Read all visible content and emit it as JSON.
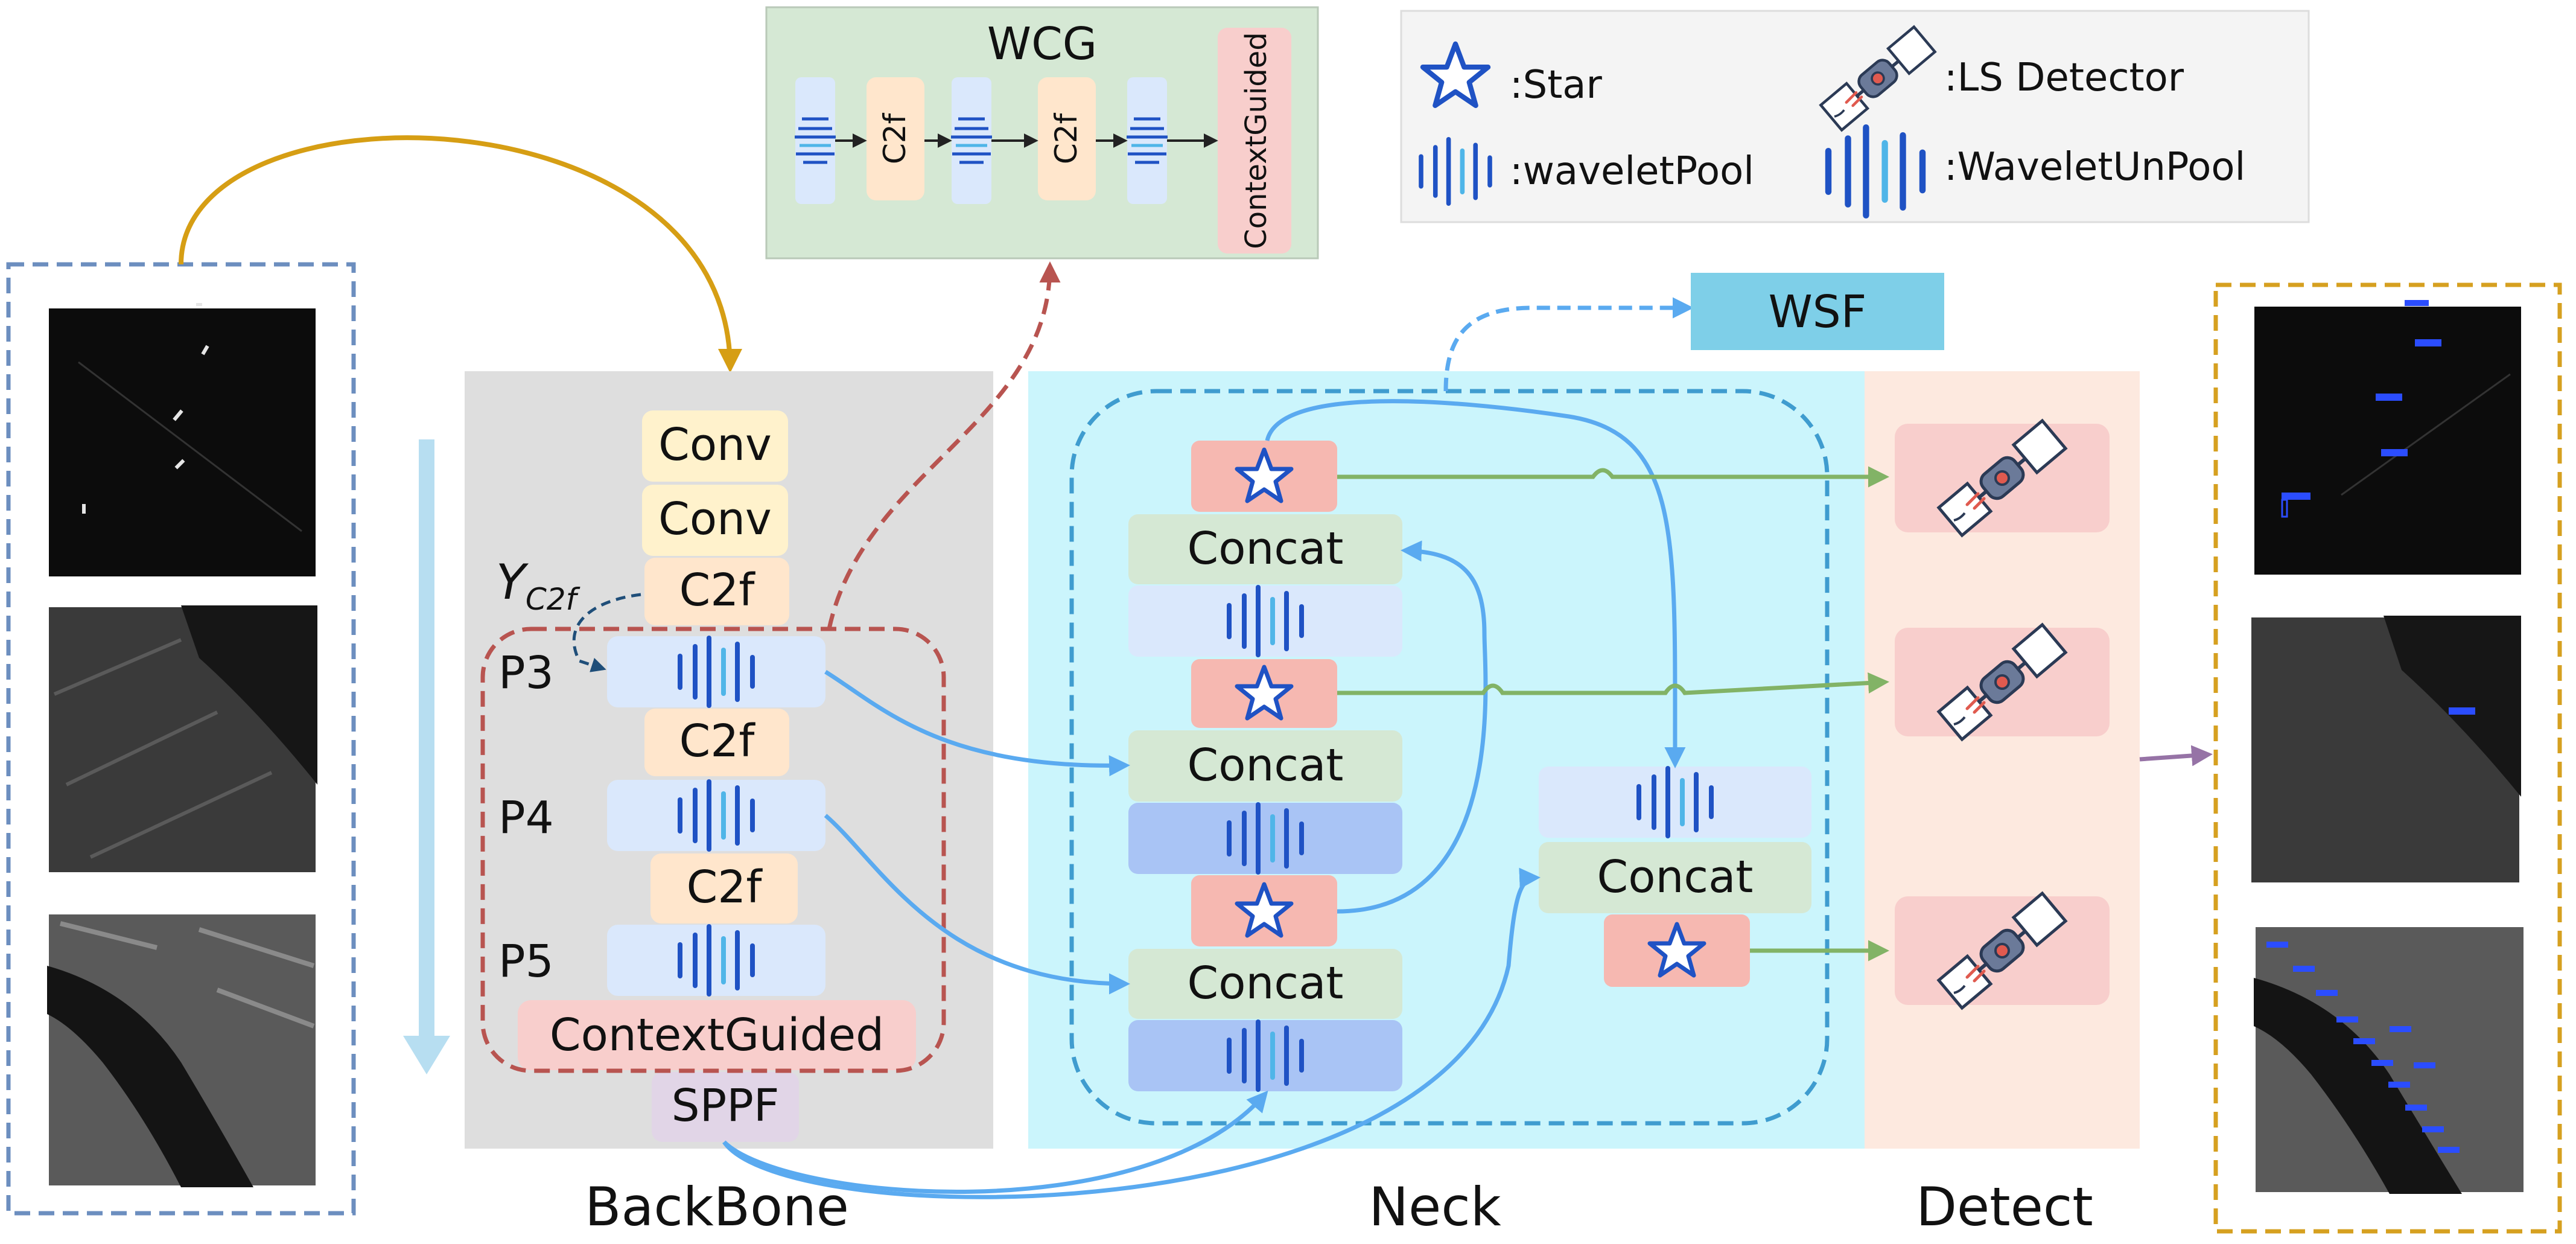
{
  "wcg": {
    "title": "WCG",
    "c2f_a": "C2f",
    "c2f_b": "C2f",
    "context_guided": "ContextGuided"
  },
  "legend": {
    "star": ":Star",
    "wavelet_pool": ":waveletPool",
    "ls_detector": ":LS Detector",
    "wavelet_unpool": ":WaveletUnPool"
  },
  "wsf": {
    "label": "WSF"
  },
  "backbone": {
    "conv1": "Conv",
    "conv2": "Conv",
    "c2f1": "C2f",
    "c2f2": "C2f",
    "c2f3": "C2f",
    "context_guided": "ContextGuided",
    "sppf": "SPPF",
    "p3": "P3",
    "p4": "P4",
    "p5": "P5",
    "y_symbol": "Y",
    "y_subscript": "C2f"
  },
  "neck": {
    "concat1": "Concat",
    "concat2": "Concat",
    "concat3": "Concat",
    "concat4": "Concat"
  },
  "sections": {
    "backbone": "BackBone",
    "neck": "Neck",
    "detect": "Detect"
  },
  "colors": {
    "star_fill": "#f6b8b1",
    "star_stroke": "#1f52c4",
    "concat_fill": "#d5e8d4",
    "pool_light": "#dae8fc",
    "pool_dark": "#a9c4f5",
    "yellow_arrow": "#d69e14",
    "green_arrow": "#82b366",
    "blue_arrow": "#5aaaf0",
    "red_dashed": "#b85450",
    "purple_arrow": "#9673a6"
  }
}
